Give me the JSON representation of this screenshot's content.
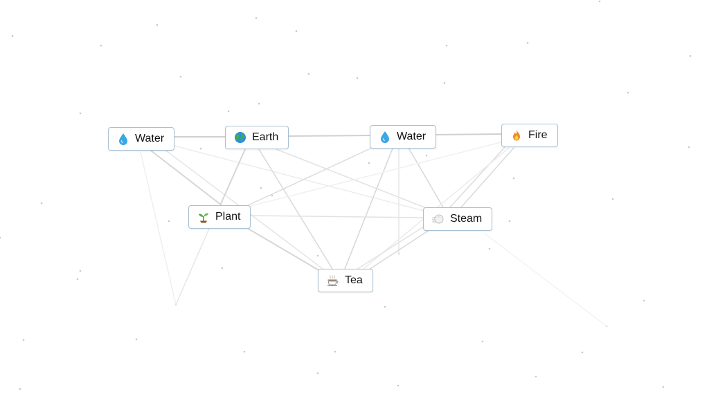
{
  "board": {
    "nodes": [
      {
        "id": "water1",
        "label": "Water",
        "icon": "water-droplet-icon"
      },
      {
        "id": "earth",
        "label": "Earth",
        "icon": "earth-globe-icon"
      },
      {
        "id": "water2",
        "label": "Water",
        "icon": "water-droplet-icon"
      },
      {
        "id": "fire",
        "label": "Fire",
        "icon": "fire-icon"
      },
      {
        "id": "plant",
        "label": "Plant",
        "icon": "seedling-icon"
      },
      {
        "id": "steam",
        "label": "Steam",
        "icon": "steam-cloud-icon"
      },
      {
        "id": "tea",
        "label": "Tea",
        "icon": "tea-cup-icon"
      }
    ]
  },
  "colors": {
    "node_border": "#a9c1d3",
    "water": "#3aa7e6",
    "fire": "#f08a24",
    "plant": "#4caf50",
    "line": "#d3d3d3"
  }
}
